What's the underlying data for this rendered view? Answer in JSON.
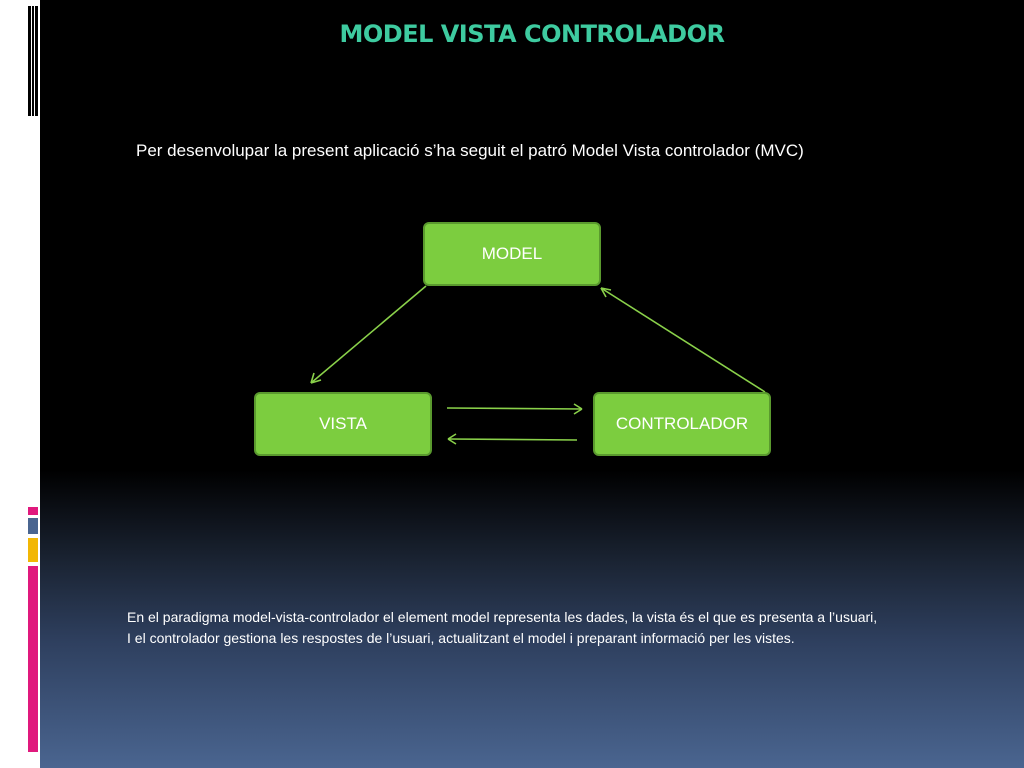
{
  "slide": {
    "title": "MODEL VISTA CONTROLADOR",
    "intro": "Per desenvolupar la present aplicació s’ha seguit el patró Model Vista controlador (MVC)",
    "footer_line1": "En el paradigma model-vista-controlador el element model representa les dades, la vista  és el que es presenta a l’usuari,",
    "footer_line2": "I el controlador gestiona les respostes de l’usuari, actualitzant el model i preparant informació per les vistes."
  },
  "diagram": {
    "nodes": {
      "model": "MODEL",
      "vista": "VISTA",
      "controlador": "CONTROLADOR"
    },
    "edges": [
      {
        "from": "MODEL",
        "to": "VISTA"
      },
      {
        "from": "CONTROLADOR",
        "to": "MODEL"
      },
      {
        "from": "VISTA",
        "to": "CONTROLADOR"
      },
      {
        "from": "CONTROLADOR",
        "to": "VISTA"
      }
    ]
  },
  "colors": {
    "title": "#3ecba0",
    "node_fill": "#7ccd3f",
    "node_border": "#5a9a2e",
    "arrow": "#8ad14a",
    "accent_pink": "#e0197d",
    "accent_blue": "#4a6590",
    "accent_yellow": "#f2b705"
  }
}
